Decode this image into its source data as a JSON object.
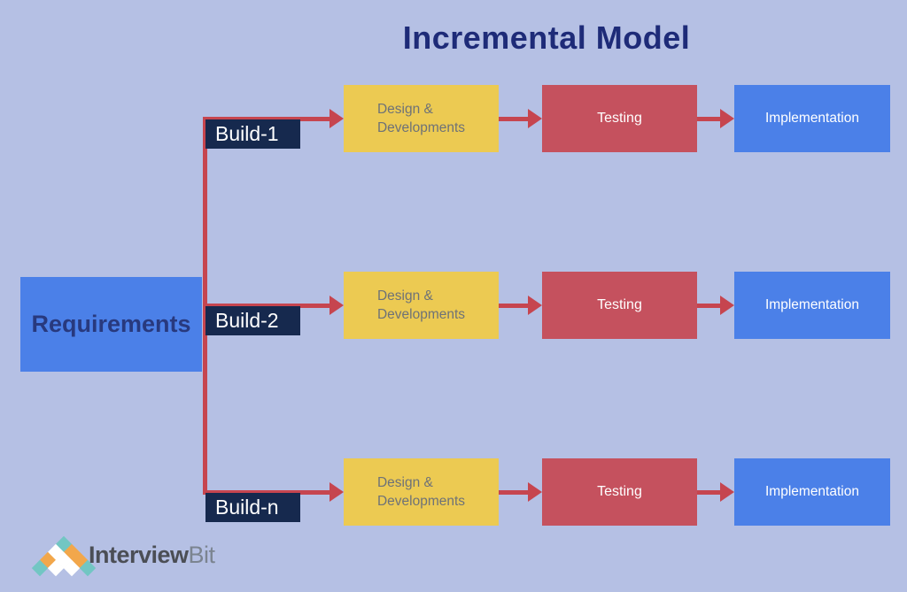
{
  "title": "Incremental Model",
  "colors": {
    "background": "#b5c0e4",
    "title_text": "#1e2b78",
    "primary_blue": "#4b80e8",
    "requirements_text": "#28397e",
    "accent_yellow": "#ecca52",
    "yellow_box_text": "#6e7277",
    "accent_red": "#c5515e",
    "arrow_red": "#c6454f",
    "build_navy": "#16294e",
    "white_text": "#ffffff",
    "logo_teal": "#72c6c3",
    "logo_orange": "#f2a74b",
    "logo_white": "#ffffff",
    "logo_text_bold": "#4b4e55",
    "logo_text_light": "#7b8490"
  },
  "diagram": {
    "source_label": "Requirements",
    "rows": [
      {
        "build_label": "Build-1",
        "stage_design": "Design &\nDevelopments",
        "stage_testing": "Testing",
        "stage_implementation": "Implementation"
      },
      {
        "build_label": "Build-2",
        "stage_design": "Design &\nDevelopments",
        "stage_testing": "Testing",
        "stage_implementation": "Implementation"
      },
      {
        "build_label": "Build-n",
        "stage_design": "Design &\nDevelopments",
        "stage_testing": "Testing",
        "stage_implementation": "Implementation"
      }
    ]
  },
  "logo": {
    "brand_bold": "Interview",
    "brand_light": "Bit",
    "diamond_rows": [
      [
        "teal"
      ],
      [
        "white",
        "orange"
      ],
      [
        "orange",
        "white",
        "orange"
      ],
      [
        "teal",
        "white",
        "white",
        "teal"
      ]
    ]
  }
}
